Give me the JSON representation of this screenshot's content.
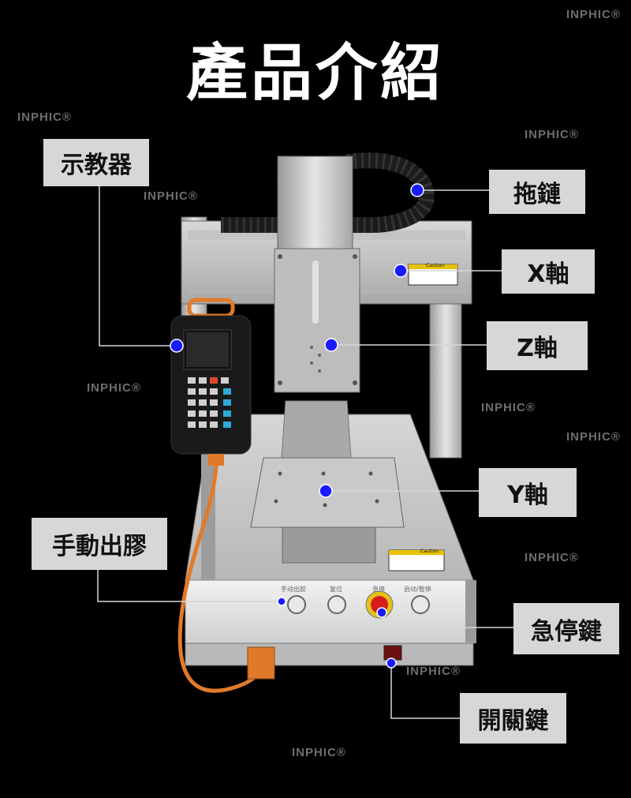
{
  "title": "產品介紹",
  "watermark": "INPHIC®",
  "labels": {
    "teach_pendant": "示教器",
    "drag_chain": "拖鏈",
    "x_axis": "X軸",
    "z_axis": "Z軸",
    "y_axis": "Y軸",
    "manual_dispense": "手動出膠",
    "emergency_stop": "急停鍵",
    "power_switch": "開關鍵"
  },
  "panel_text": {
    "btn1": "手动出胶",
    "btn2": "复位",
    "btn3": "急停",
    "btn4": "启动/暂停",
    "caution": "Caution"
  },
  "colors": {
    "background": "#000000",
    "label_bg": "#d7d7d7",
    "marker": "#1a1aff",
    "cable": "#e07a2a",
    "estop": "#d81c1c"
  }
}
